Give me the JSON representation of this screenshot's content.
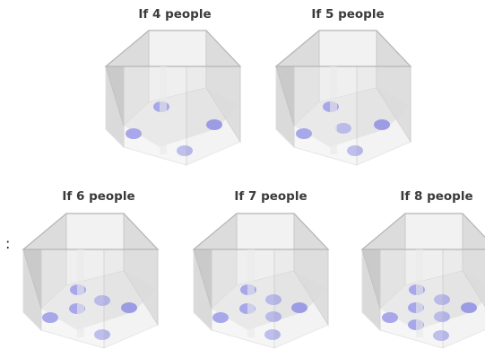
{
  "panels": [
    {
      "label": "If 4 people",
      "count": 4
    },
    {
      "label": "If 5 people",
      "count": 5
    },
    {
      "label": "If 6 people",
      "count": 6
    },
    {
      "label": "If 7 people",
      "count": 7
    },
    {
      "label": "If 8 people",
      "count": 8
    }
  ],
  "separator": ":",
  "colors": {
    "person_dot": "#6e6ee8",
    "box_outline": "#c8c8c8",
    "box_face_light": "#f2f2f2",
    "box_face_mid": "#dcdcdc",
    "box_face_dark": "#bdbdbd",
    "label_text": "#3a3a3a"
  }
}
